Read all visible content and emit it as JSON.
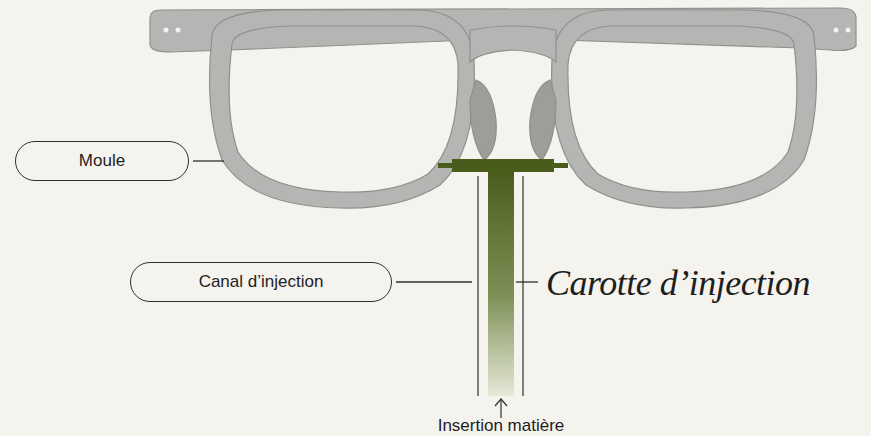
{
  "diagram": {
    "nodes": [
      {
        "text": [
          "Moule"
        ]
      },
      {
        "text": [
          "Canal d’injection"
        ]
      }
    ],
    "labels": [
      "Carotte d’injection",
      "Insertion matière"
    ]
  }
}
